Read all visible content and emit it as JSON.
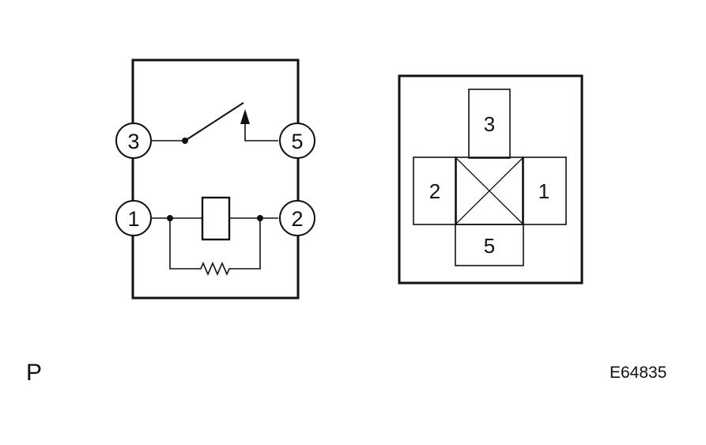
{
  "circuit": {
    "terminal_top_left": "3",
    "terminal_top_right": "5",
    "terminal_bottom_left": "1",
    "terminal_bottom_right": "2"
  },
  "connector": {
    "pin_top": "3",
    "pin_left": "2",
    "pin_right": "1",
    "pin_bottom": "5"
  },
  "footer": {
    "mark": "P",
    "figure_code": "E64835"
  }
}
